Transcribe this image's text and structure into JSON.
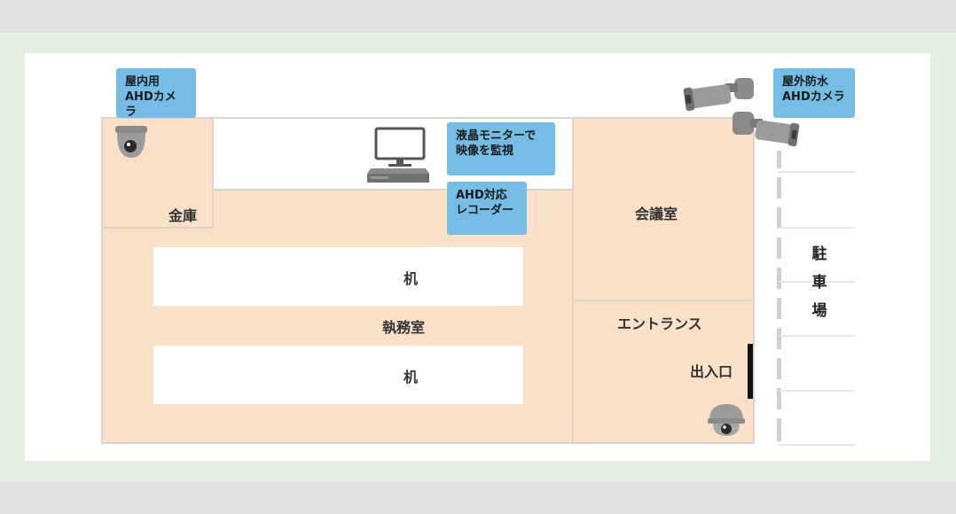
{
  "labels": {
    "vault": "金庫",
    "meeting_room": "会議室",
    "office": "執務室",
    "desk_top": "机",
    "desk_bottom": "机",
    "entrance": "エントランス",
    "doorway": "出入口",
    "parking": "駐車場"
  },
  "callouts": {
    "indoor_camera": "屋内用\nAHDカメラ",
    "outdoor_camera": "屋外防水\nAHDカメラ",
    "monitor": "液晶モニターで\n映像を監視",
    "recorder": "AHD対応\nレコーダー"
  },
  "colors": {
    "room_fill": "#fae0c9",
    "wall": "#d9d3cc",
    "callout": "#75bde4",
    "frame": "#e4efe2",
    "page_band": "#e0e0e0"
  },
  "icons": [
    "dome-camera-icon",
    "bullet-camera-icon",
    "lcd-monitor-icon",
    "recorder-icon"
  ]
}
